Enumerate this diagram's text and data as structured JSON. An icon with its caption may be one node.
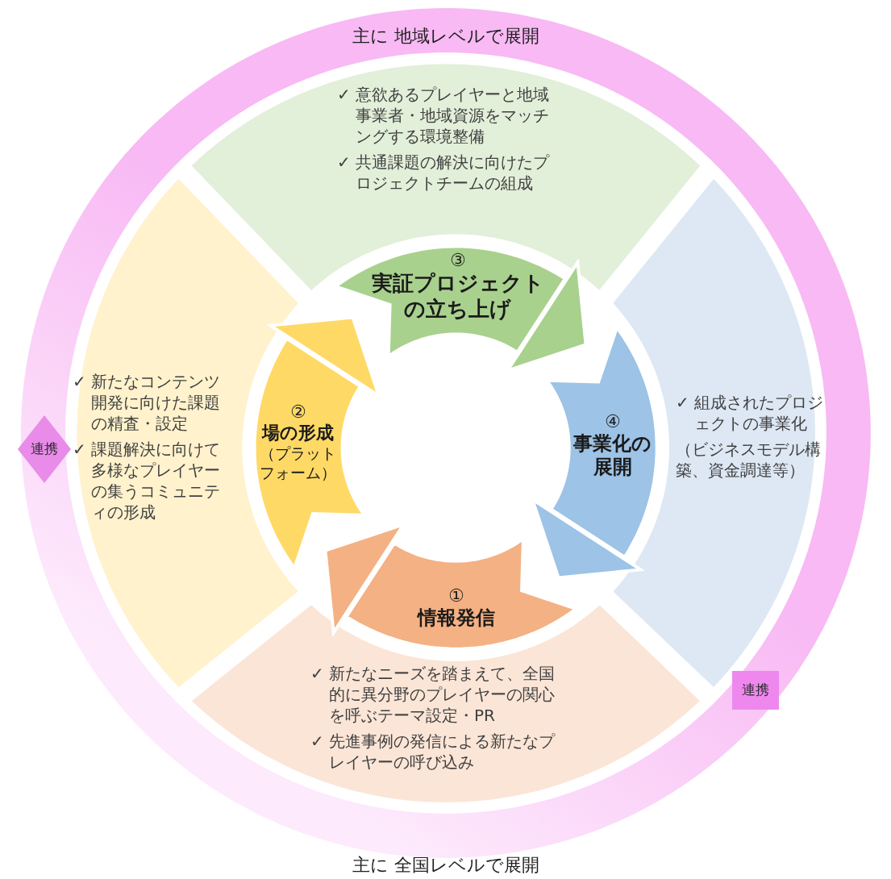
{
  "diagram": {
    "nodes": [
      {
        "text": [
          "主に 地域レベルで展開",
          "主に 全国レベルで展開"
        ]
      },
      {
        "text": [
          "✓ 意欲あるプレイヤーと地域事業者・地域資源をマッチングする環境整備",
          "✓ 共通課題の解決に向けたプロジェクトチームの組成"
        ],
        "in": 0
      },
      {
        "text": [
          "③",
          "実証プロジェクトの立ち上げ"
        ],
        "in": 0
      },
      {
        "text": [
          "✓ 新たなコンテンツ開発に向けた課題の精査・設定",
          "✓ 課題解決に向けて多様なプレイヤーの集うコミュニティの形成"
        ],
        "in": 0
      },
      {
        "text": [
          "②",
          "場の形成",
          "（プラットフォーム）"
        ],
        "in": 0
      },
      {
        "text": [
          "連携"
        ],
        "in": 0
      },
      {
        "text": [
          "④",
          "事業化の展開"
        ],
        "in": 0
      },
      {
        "text": [
          "✓ 組成されたプロジェクトの事業化",
          "（ビジネスモデル構築、資金調達等）"
        ],
        "in": 0
      },
      {
        "text": [
          "①",
          "情報発信"
        ],
        "in": 0
      },
      {
        "text": [
          "✓ 新たなニーズを踏まえて、全国的に異分野のプレイヤーの関心を呼ぶテーマ設定・PR",
          "✓ 先進事例の発信による新たなプレイヤーの呼び込み"
        ],
        "in": 0
      },
      {
        "text": [
          "連携"
        ],
        "in": 0
      }
    ],
    "edges": [
      {
        "from": 8,
        "to": 4,
        "arrow": "to",
        "color": "#f4b183"
      },
      {
        "from": 4,
        "to": 2,
        "arrow": "to",
        "color": "#ffd966"
      },
      {
        "from": 2,
        "to": 6,
        "arrow": "to",
        "color": "#a9d18e"
      },
      {
        "from": 6,
        "to": 8,
        "arrow": "to",
        "color": "#9dc3e6"
      }
    ]
  }
}
